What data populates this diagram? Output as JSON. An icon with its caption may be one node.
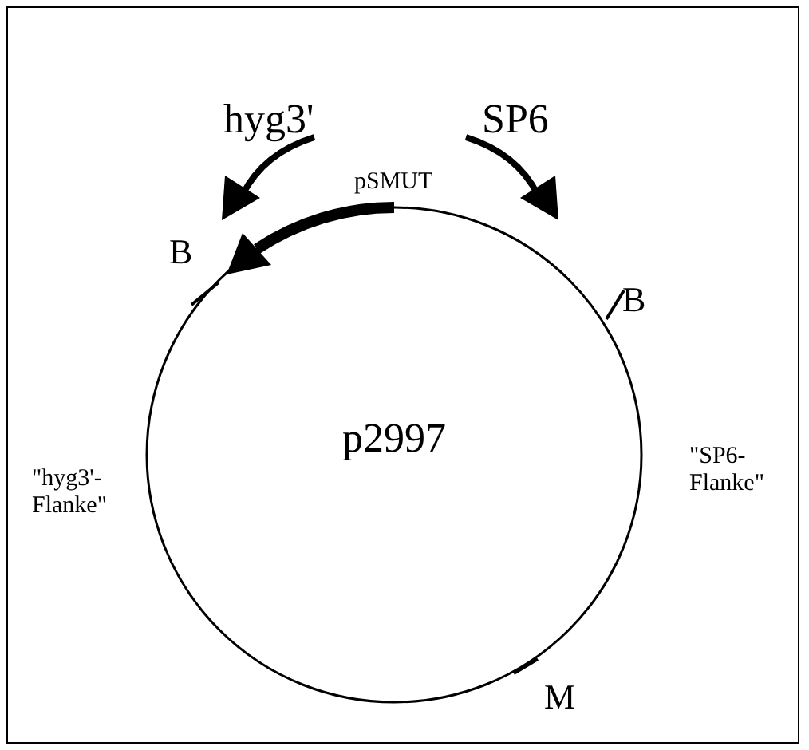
{
  "diagram": {
    "nodes": [
      {
        "text": [
          "p2997"
        ]
      }
    ],
    "labels": [
      "hyg3'",
      "SP6",
      "pSMUT",
      "B",
      "B",
      "\"hyg3'-Flanke\"",
      "\"SP6-Flanke\"",
      "M"
    ]
  }
}
